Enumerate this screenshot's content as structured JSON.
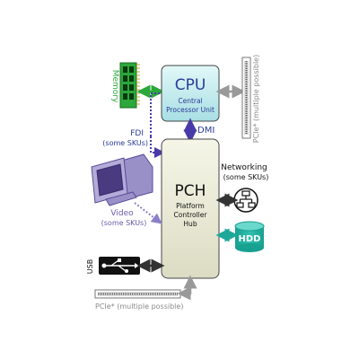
{
  "colors": {
    "cpu_fill": "#c8eef0",
    "pch_fill": "#efefd8",
    "block_stroke": "#444444",
    "blue_label": "#2a3a9a",
    "purple_label": "#6a5aa8",
    "gray_label": "#8a8a8a",
    "green_link": "#1aa07a",
    "memory_green": "#2aa83a",
    "hdd_teal": "#1ea89a",
    "dmi_purple": "#4a3aa8"
  },
  "cpu": {
    "title": "CPU",
    "subtitle_line1": "Central",
    "subtitle_line2": "Processor Unit"
  },
  "pch": {
    "title": "PCH",
    "line1": "Platform",
    "line2": "Controller",
    "line3": "Hub"
  },
  "memory": {
    "label": "Memory"
  },
  "links": {
    "dmi": "DMI",
    "fdi_line1": "FDI",
    "fdi_line2": "(some SKUs)"
  },
  "video": {
    "line1": "Video",
    "line2": "(some SKUs)"
  },
  "networking": {
    "line1": "Networking",
    "line2": "(some SKUs)"
  },
  "hdd": {
    "label": "HDD"
  },
  "usb": {
    "label": "USB"
  },
  "pcie_right": {
    "label": "PCIe* (multiple possible)"
  },
  "pcie_bottom": {
    "label": "PCIe* (multiple possible)"
  },
  "icons": [
    "memory-module-icon",
    "monitor-icon",
    "network-icon",
    "hdd-icon",
    "usb-icon",
    "pcie-slot-icon"
  ]
}
